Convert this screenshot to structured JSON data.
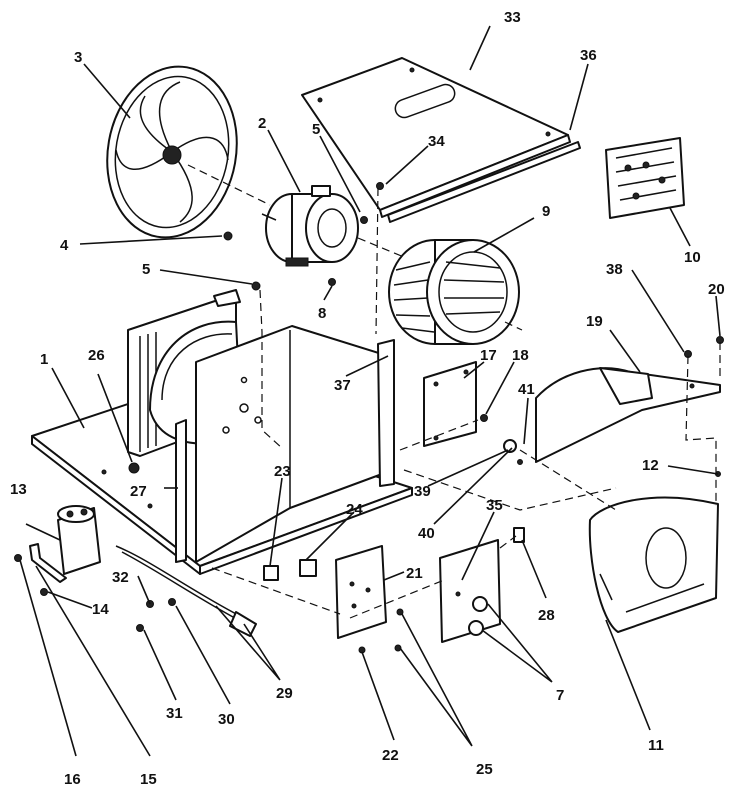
{
  "callouts": {
    "c1": "1",
    "c2": "2",
    "c3": "3",
    "c4": "4",
    "c5a": "5",
    "c5b": "5",
    "c7": "7",
    "c8": "8",
    "c9": "9",
    "c10": "10",
    "c11": "11",
    "c12": "12",
    "c13": "13",
    "c14": "14",
    "c15": "15",
    "c16": "16",
    "c17": "17",
    "c18": "18",
    "c19": "19",
    "c20": "20",
    "c21": "21",
    "c22": "22",
    "c23": "23",
    "c24": "24",
    "c25a": "25",
    "c25b": "25",
    "c26": "26",
    "c27": "27",
    "c28": "28",
    "c29": "29",
    "c30": "30",
    "c31": "31",
    "c32": "32",
    "c33": "33",
    "c34": "34",
    "c35": "35",
    "c36": "36",
    "c37": "37",
    "c38": "38",
    "c39": "39",
    "c40": "40",
    "c41": "41"
  }
}
